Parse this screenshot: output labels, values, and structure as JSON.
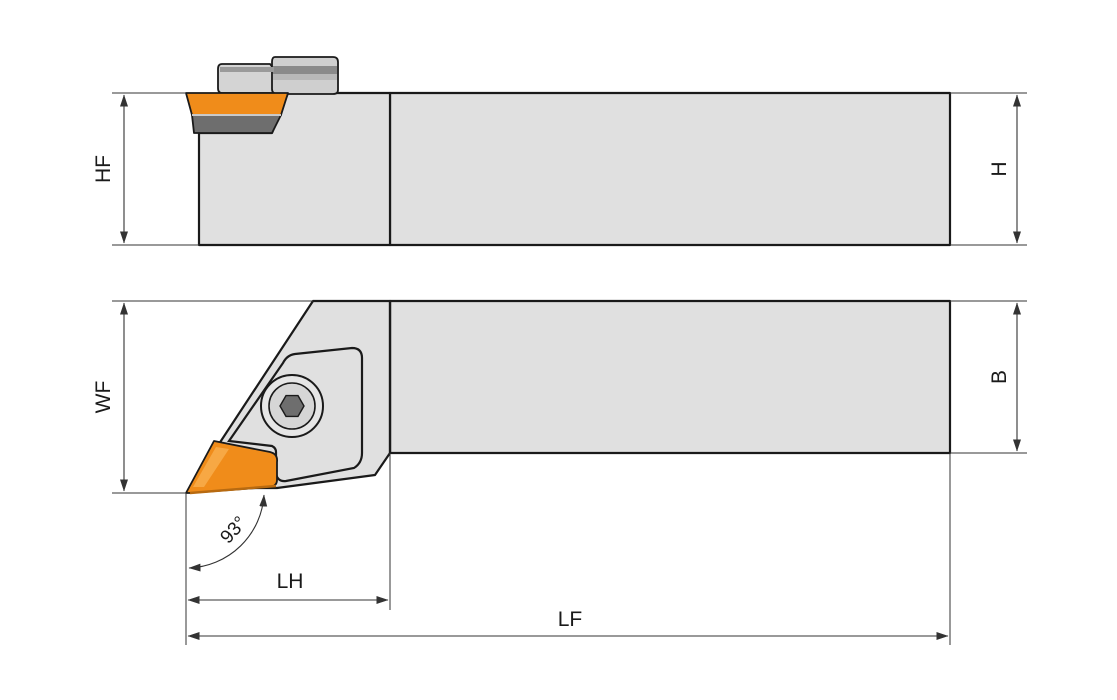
{
  "colors": {
    "body": "#e0e0e0",
    "insert": "#f08c1a",
    "insert_dark": "#b86a10",
    "clamp": "#d4d4d4",
    "clamp_dark": "#6e6e6e",
    "line": "#1a1a1a"
  },
  "dimensions": {
    "hf": "HF",
    "h": "H",
    "wf": "WF",
    "b": "B",
    "lh": "LH",
    "lf": "LF",
    "angle": "93°"
  }
}
